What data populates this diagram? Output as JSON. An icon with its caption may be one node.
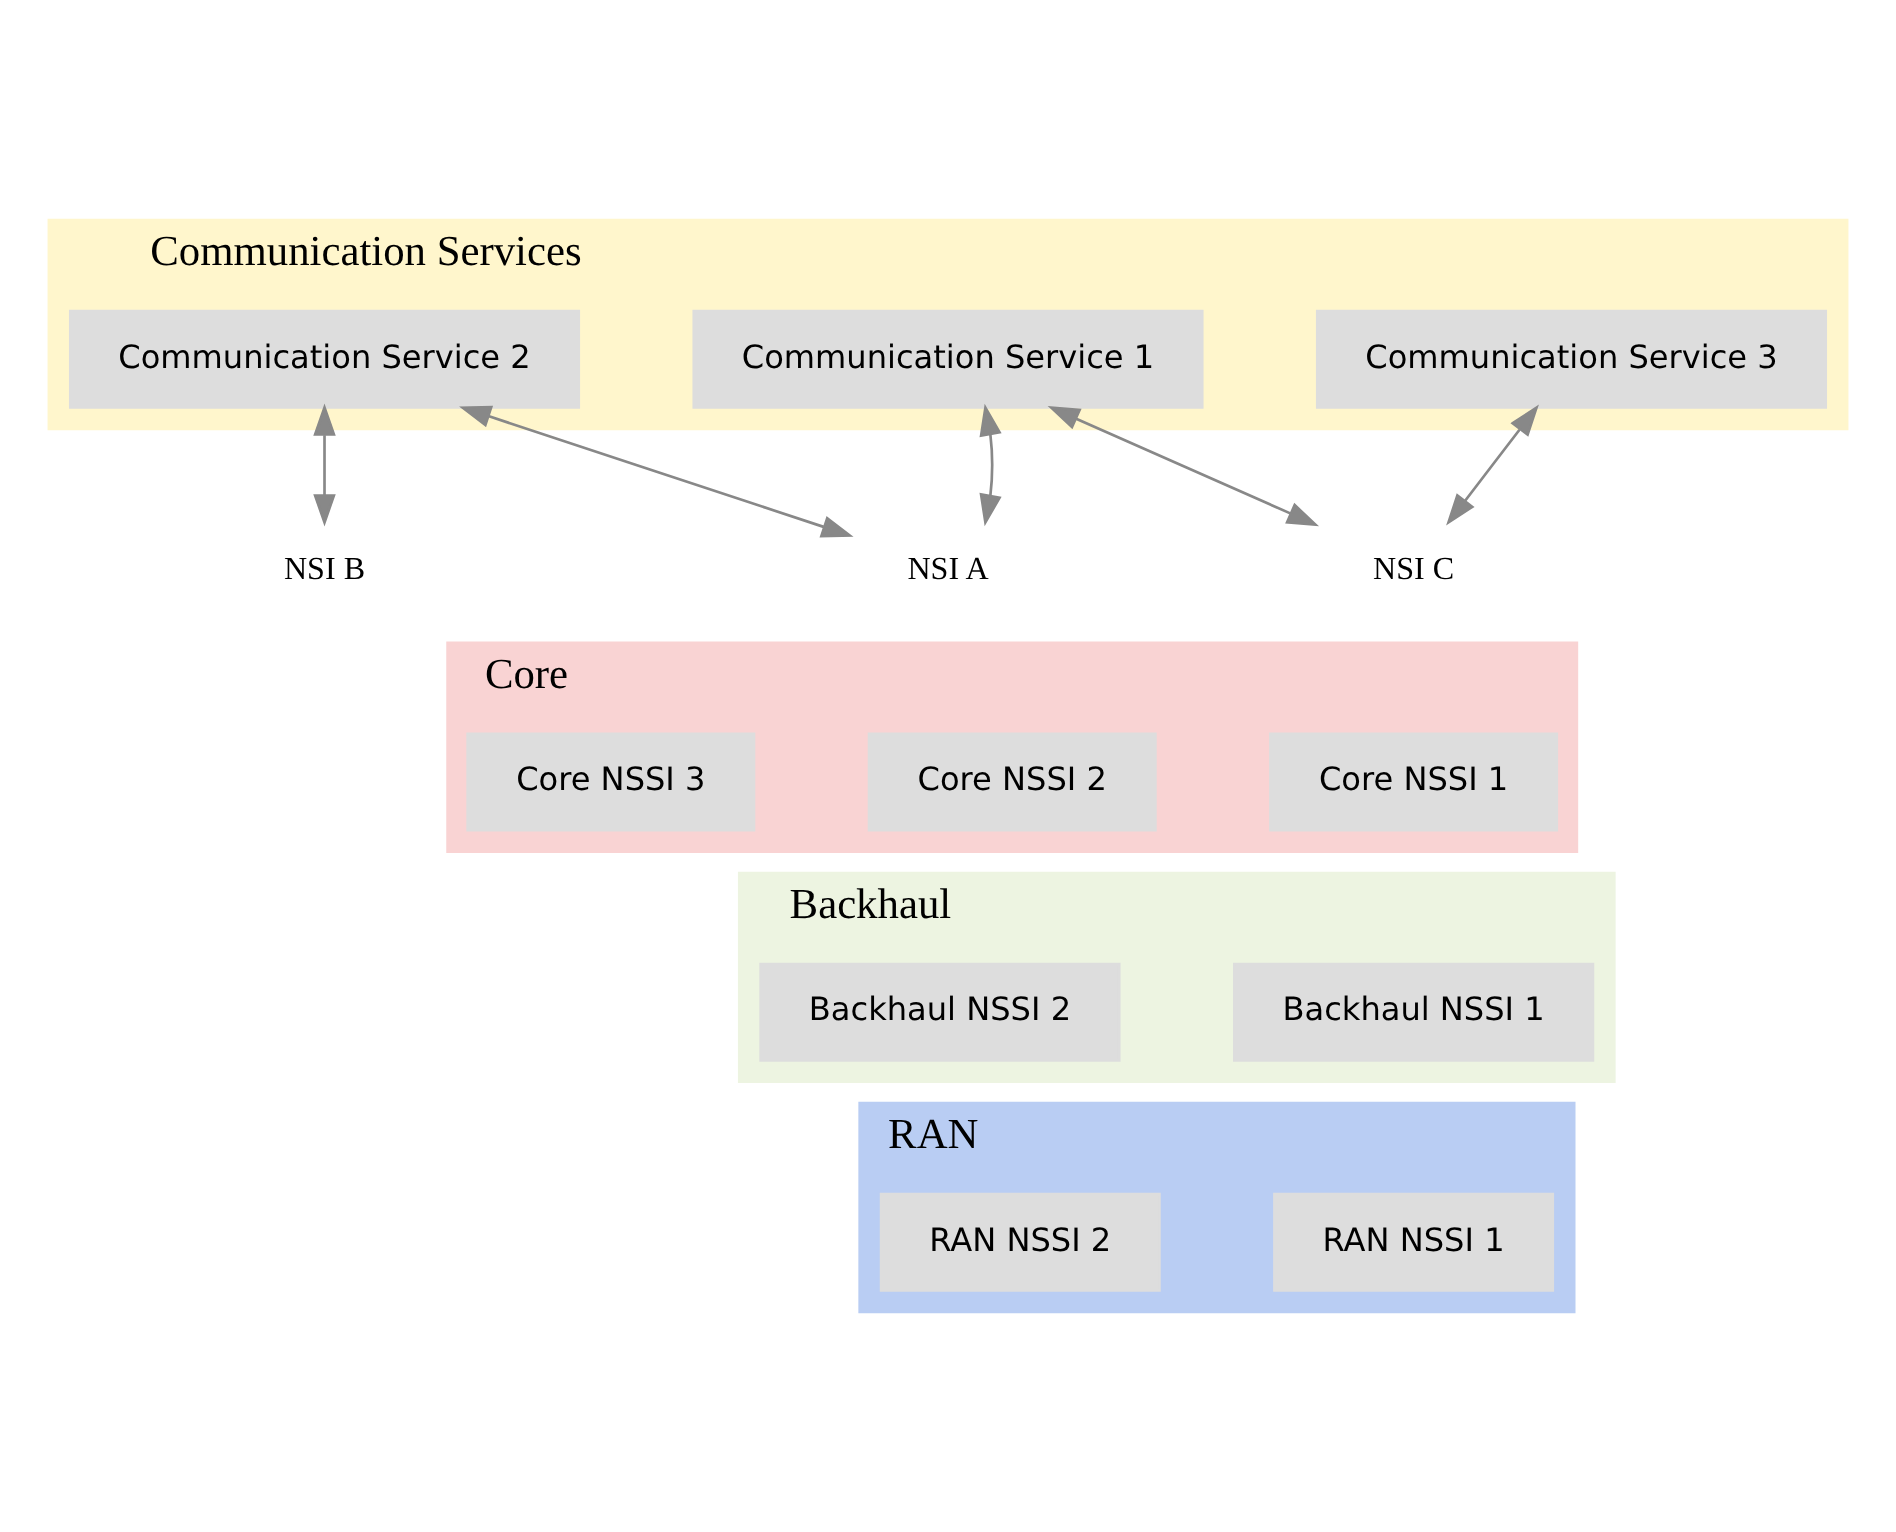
{
  "diagram": {
    "nodes": [
      {
        "text": [
          "Communication Services"
        ]
      },
      {
        "text": [
          "Communication Service 1"
        ],
        "in": 0
      },
      {
        "text": [
          "Communication Service 2"
        ],
        "in": 0
      },
      {
        "text": [
          "Communication Service 3"
        ],
        "in": 0
      },
      {
        "text": [
          "NSI A"
        ]
      },
      {
        "text": [
          "NSI B"
        ]
      },
      {
        "text": [
          "NSI C"
        ]
      },
      {
        "text": [
          "Core"
        ]
      },
      {
        "text": [
          "Core NSSI 1"
        ],
        "in": 7
      },
      {
        "text": [
          "Core NSSI 2"
        ],
        "in": 7
      },
      {
        "text": [
          "Core NSSI 3"
        ],
        "in": 7
      },
      {
        "text": [
          "Backhaul"
        ]
      },
      {
        "text": [
          "Backhaul NSSI 1"
        ],
        "in": 11
      },
      {
        "text": [
          "Backhaul NSSI 2"
        ],
        "in": 11
      },
      {
        "text": [
          "RAN"
        ]
      },
      {
        "text": [
          "RAN NSSI 1"
        ],
        "in": 14
      },
      {
        "text": [
          "RAN NSSI 2"
        ],
        "in": 14
      }
    ],
    "edges": [
      {
        "from": 1,
        "to": 4,
        "arrow": "both"
      },
      {
        "from": 2,
        "to": 4,
        "arrow": "both"
      },
      {
        "from": 2,
        "to": 5,
        "arrow": "both"
      },
      {
        "from": 1,
        "to": 6,
        "arrow": "both"
      },
      {
        "from": 3,
        "to": 6,
        "arrow": "both"
      }
    ]
  }
}
